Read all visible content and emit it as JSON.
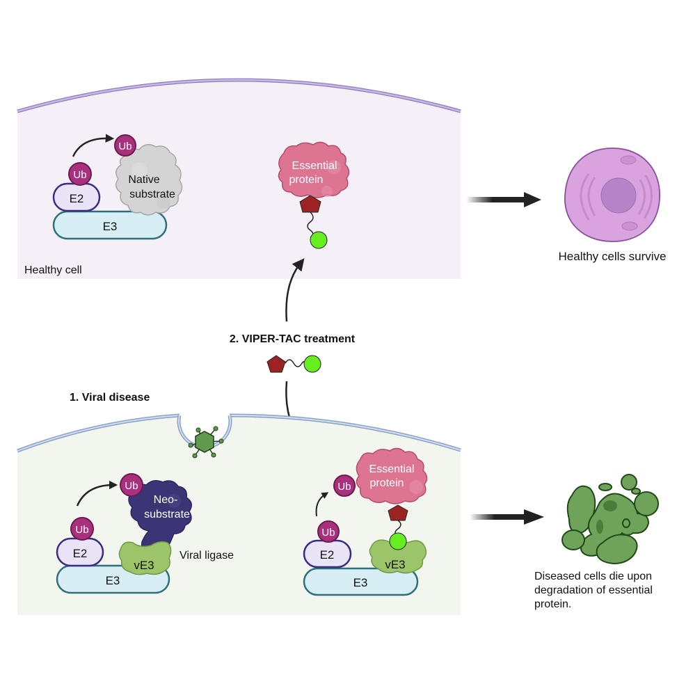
{
  "panels": {
    "healthy": {
      "caption": "Healthy cell",
      "e2": "E2",
      "e3": "E3",
      "ub1": "Ub",
      "ub2": "Ub",
      "substrate_line1": "Native",
      "substrate_line2": "substrate",
      "essential_line1": "Essential",
      "essential_line2": "protein"
    },
    "diseased": {
      "title": "1. Viral disease",
      "left": {
        "e2": "E2",
        "e3": "E3",
        "ub1": "Ub",
        "ub2": "Ub",
        "substrate_line1": "Neo-",
        "substrate_line2": "substrate",
        "ve3": "vE3",
        "ligase_label": "Viral ligase"
      },
      "right": {
        "e2": "E2",
        "e3": "E3",
        "ub1": "Ub",
        "ub2": "Ub",
        "essential_line1": "Essential",
        "essential_line2": "protein",
        "ve3": "vE3"
      }
    }
  },
  "treatment": {
    "title": "2. VIPER-TAC treatment"
  },
  "outcomes": {
    "healthy": "Healthy cells survive",
    "diseased_line1": "Diseased cells die upon",
    "diseased_line2": "degradation of essential",
    "diseased_line3": "protein."
  },
  "colors": {
    "healthy_bg": "#f5f0f7",
    "healthy_membrane": "#b9a6dc",
    "diseased_bg": "#f3f6ef",
    "diseased_membrane": "#a9bedb",
    "ub": "#a8307d",
    "e2_fill": "#e9e4f6",
    "e2_stroke": "#3c2a86",
    "e3_fill": "#d7eff4",
    "e3_stroke": "#2d6f7a",
    "native_substrate": "#d4d4d4",
    "neo_substrate": "#3b3576",
    "essential_protein": "#dc7492",
    "ve3": "#9cc56a",
    "warhead": "#9b2323",
    "ligand": "#66ee1e",
    "healthy_cell": "#d8a3de",
    "dead_cell": "#5f9a4d"
  }
}
